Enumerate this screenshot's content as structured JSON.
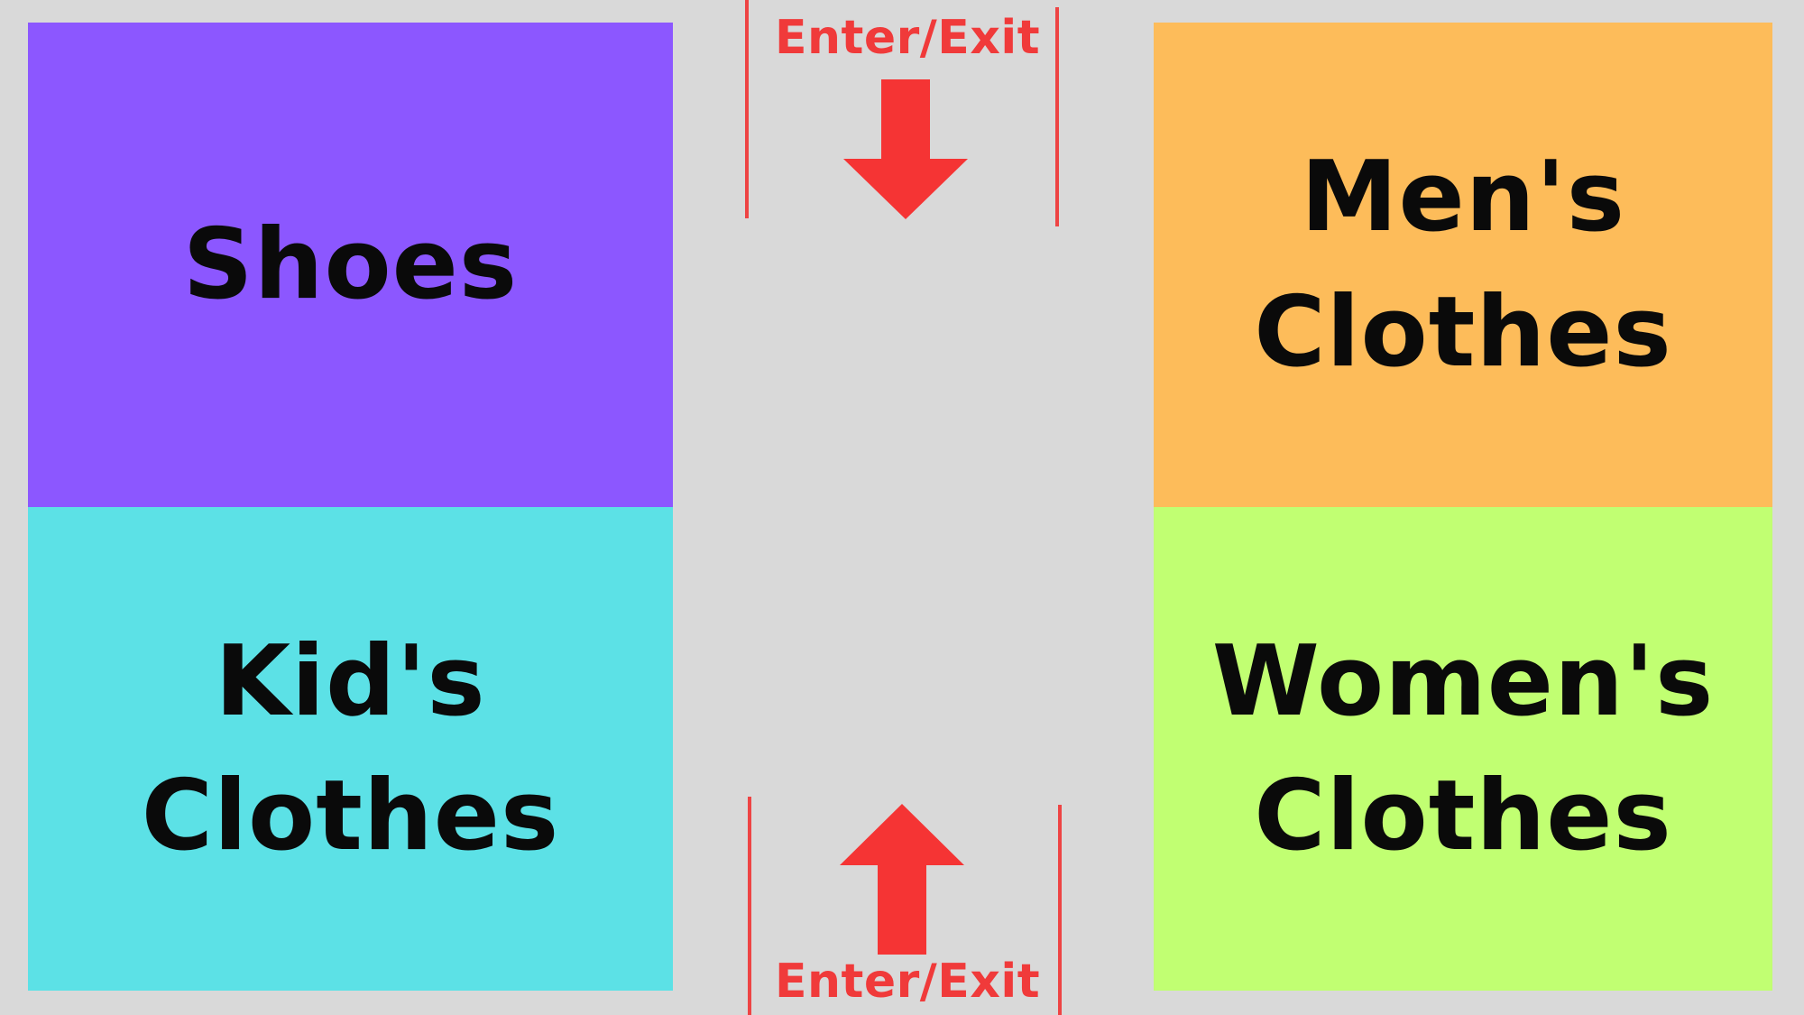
{
  "sections": {
    "shoes": {
      "label": "Shoes",
      "color": "#8c57ff"
    },
    "kids": {
      "label": "Kid's\nClothes",
      "color": "#5ce1e6"
    },
    "mens": {
      "label": "Men's\nClothes",
      "color": "#fdbc5a"
    },
    "womens": {
      "label": "Women's\nClothes",
      "color": "#c1ff72"
    }
  },
  "entrances": {
    "top": {
      "label": "Enter/Exit",
      "arrow": "arrow-down-icon"
    },
    "bottom": {
      "label": "Enter/Exit",
      "arrow": "arrow-up-icon"
    }
  },
  "colors": {
    "background": "#d9d9d9",
    "accent": "#f03a3a",
    "text": "#0a0a0a"
  }
}
